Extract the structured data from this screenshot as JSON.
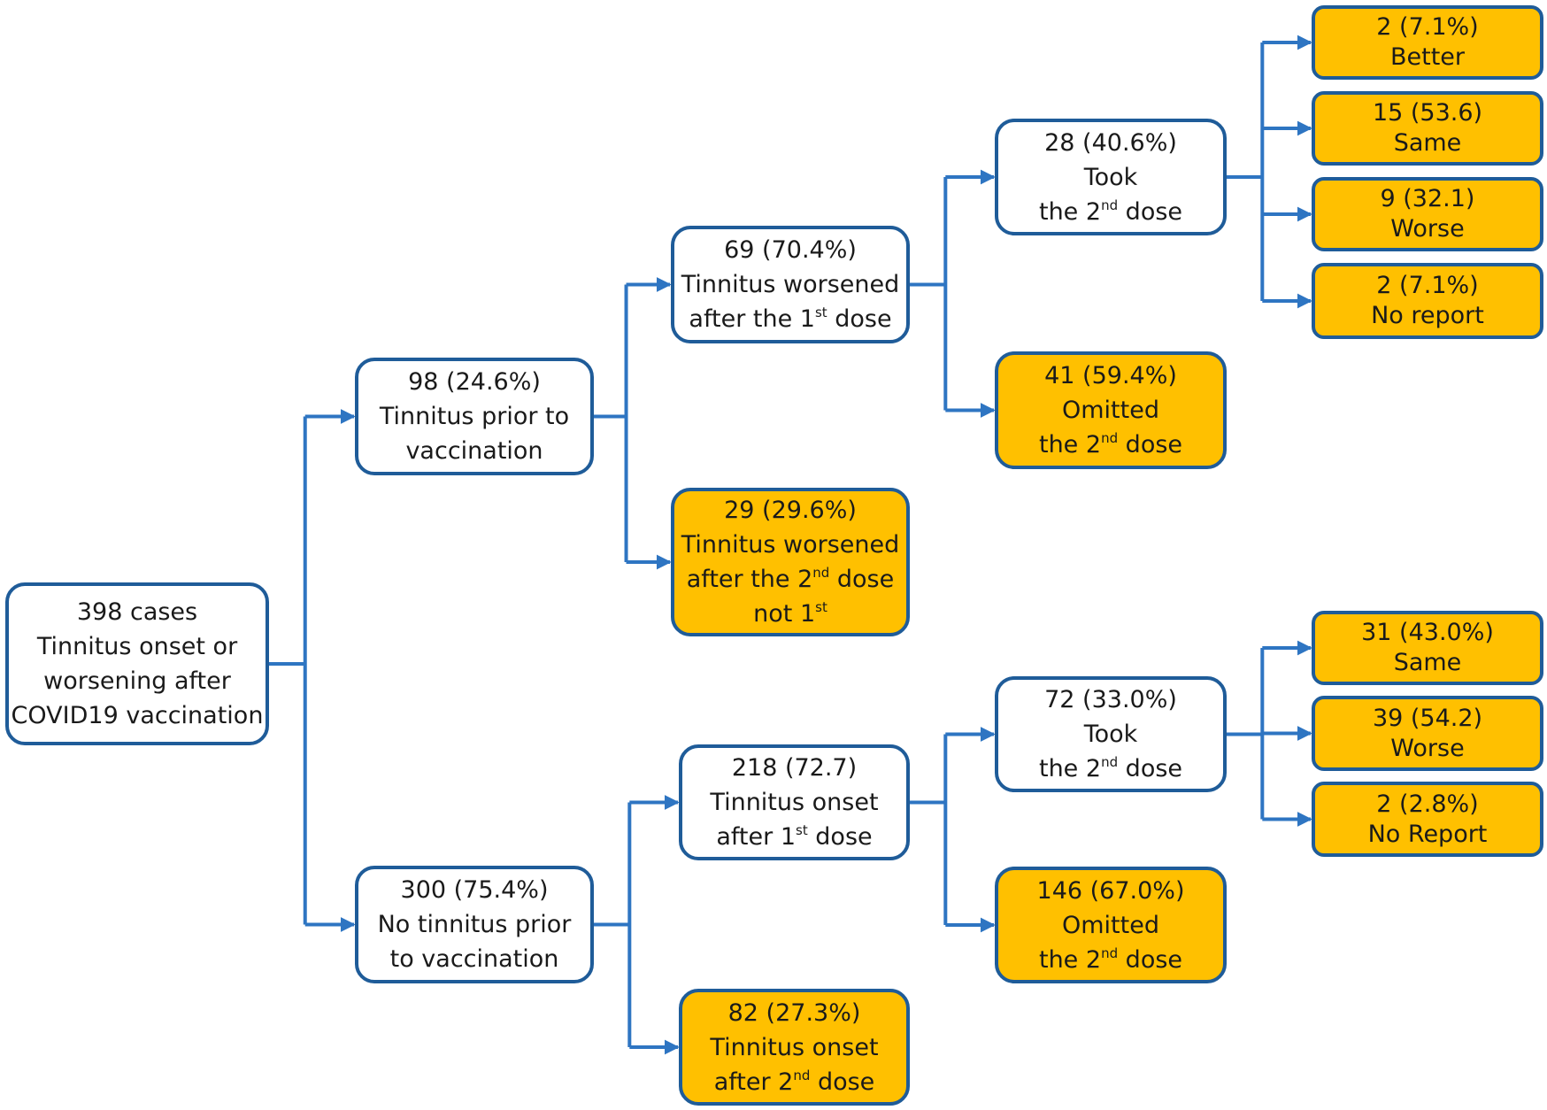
{
  "colors": {
    "connector": "#2e75c2",
    "border": "#1f5c99",
    "highlight_fill": "#ffc000",
    "plain_fill": "#ffffff"
  },
  "nodes": {
    "root": {
      "lines": [
        "398 cases",
        "Tinnitus onset or",
        "worsening after",
        "COVID19 vaccination"
      ],
      "style": "white"
    },
    "prior": {
      "lines": [
        "98 (24.6%)",
        "Tinnitus prior to",
        "vaccination"
      ],
      "style": "white"
    },
    "no_prior": {
      "lines": [
        "300 (75.4%)",
        "No tinnitus prior",
        "to vaccination"
      ],
      "style": "white"
    },
    "worse_1st": {
      "lines": [
        "69 (70.4%)",
        "Tinnitus worsened",
        "after the 1^st dose"
      ],
      "style": "white"
    },
    "worse_2nd": {
      "lines": [
        "29 (29.6%)",
        "Tinnitus worsened",
        "after the 2^nd dose",
        "not 1^st"
      ],
      "style": "gold"
    },
    "onset_1st": {
      "lines": [
        "218 (72.7)",
        "Tinnitus onset",
        "after 1^st dose"
      ],
      "style": "white"
    },
    "onset_2nd": {
      "lines": [
        "82 (27.3%)",
        "Tinnitus onset",
        "after 2^nd dose"
      ],
      "style": "gold"
    },
    "took_a": {
      "lines": [
        "28 (40.6%)",
        "Took",
        "the 2^nd dose"
      ],
      "style": "white"
    },
    "omit_a": {
      "lines": [
        "41 (59.4%)",
        "Omitted",
        "the 2^nd dose"
      ],
      "style": "gold"
    },
    "took_b": {
      "lines": [
        "72 (33.0%)",
        "Took",
        "the 2^nd dose"
      ],
      "style": "white"
    },
    "omit_b": {
      "lines": [
        "146 (67.0%)",
        "Omitted",
        "the 2^nd dose"
      ],
      "style": "gold"
    },
    "a_better": {
      "lines": [
        "2 (7.1%)",
        "Better"
      ],
      "style": "gold"
    },
    "a_same": {
      "lines": [
        "15 (53.6)",
        "Same"
      ],
      "style": "gold"
    },
    "a_worse": {
      "lines": [
        "9 (32.1)",
        "Worse"
      ],
      "style": "gold"
    },
    "a_noreport": {
      "lines": [
        "2 (7.1%)",
        "No report"
      ],
      "style": "gold"
    },
    "b_same": {
      "lines": [
        "31 (43.0%)",
        "Same"
      ],
      "style": "gold"
    },
    "b_worse": {
      "lines": [
        "39 (54.2)",
        "Worse"
      ],
      "style": "gold"
    },
    "b_noreport": {
      "lines": [
        "2 (2.8%)",
        "No Report"
      ],
      "style": "gold"
    }
  },
  "edges": [
    [
      "root",
      "prior"
    ],
    [
      "root",
      "no_prior"
    ],
    [
      "prior",
      "worse_1st"
    ],
    [
      "prior",
      "worse_2nd"
    ],
    [
      "no_prior",
      "onset_1st"
    ],
    [
      "no_prior",
      "onset_2nd"
    ],
    [
      "worse_1st",
      "took_a"
    ],
    [
      "worse_1st",
      "omit_a"
    ],
    [
      "onset_1st",
      "took_b"
    ],
    [
      "onset_1st",
      "omit_b"
    ],
    [
      "took_a",
      "a_better"
    ],
    [
      "took_a",
      "a_same"
    ],
    [
      "took_a",
      "a_worse"
    ],
    [
      "took_a",
      "a_noreport"
    ],
    [
      "took_b",
      "b_same"
    ],
    [
      "took_b",
      "b_worse"
    ],
    [
      "took_b",
      "b_noreport"
    ]
  ]
}
